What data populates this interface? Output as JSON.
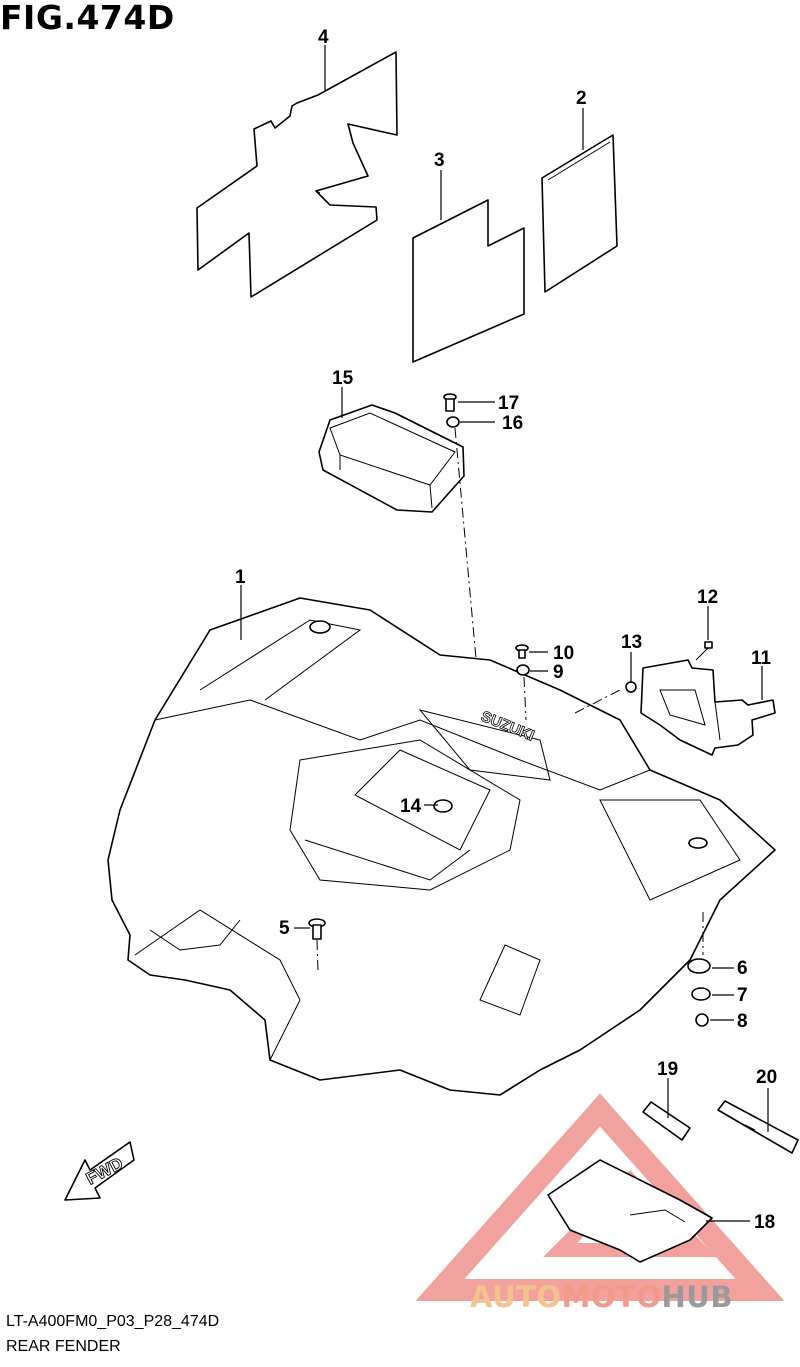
{
  "figure": {
    "title": "FIG.474D",
    "caption_code": "LT-A400FM0_P03_P28_474D",
    "caption_name": "REAR FENDER"
  },
  "callouts": [
    "1",
    "2",
    "3",
    "4",
    "5",
    "6",
    "7",
    "8",
    "9",
    "10",
    "11",
    "12",
    "13",
    "14",
    "15",
    "16",
    "17",
    "18",
    "19",
    "20"
  ],
  "fwd_label": "FWD",
  "brand_emboss": "SUZUKI",
  "watermark": {
    "part_a": "AUTO",
    "part_b": "MOTO",
    "part_c": "HUB",
    "colors": {
      "auto": "#f2c38f",
      "moto": "#f29a8c",
      "hub": "#9a9a9a",
      "triangle": "#e8554e"
    }
  }
}
